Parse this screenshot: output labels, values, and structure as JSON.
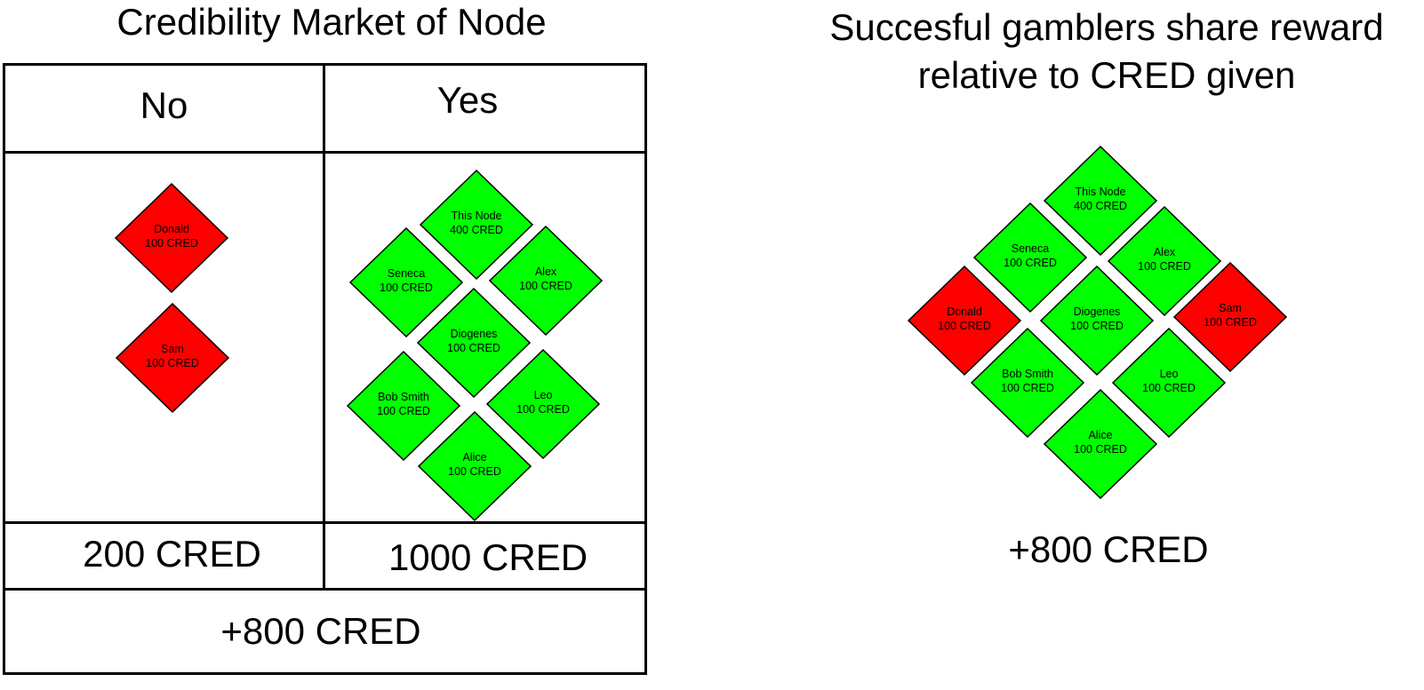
{
  "market": {
    "title": "Credibility Market of Node",
    "no_header": "No",
    "yes_header": "Yes",
    "no_total": "200 CRED",
    "yes_total": "1000 CRED",
    "net_total": "+800 CRED",
    "no_nodes": [
      {
        "name": "Donald",
        "cred": "100 CRED"
      },
      {
        "name": "Sam",
        "cred": "100 CRED"
      }
    ],
    "yes_nodes": [
      {
        "name": "This Node",
        "cred": "400 CRED"
      },
      {
        "name": "Seneca",
        "cred": "100 CRED"
      },
      {
        "name": "Alex",
        "cred": "100 CRED"
      },
      {
        "name": "Diogenes",
        "cred": "100 CRED"
      },
      {
        "name": "Bob Smith",
        "cred": "100 CRED"
      },
      {
        "name": "Leo",
        "cred": "100 CRED"
      },
      {
        "name": "Alice",
        "cred": "100 CRED"
      }
    ]
  },
  "reward": {
    "title_line1": "Succesful gamblers share reward",
    "title_line2": "relative to CRED given",
    "total": "+800 CRED",
    "nodes": [
      {
        "name": "This Node",
        "cred": "400 CRED",
        "status": "yes"
      },
      {
        "name": "Seneca",
        "cred": "100 CRED",
        "status": "yes"
      },
      {
        "name": "Alex",
        "cred": "100 CRED",
        "status": "yes"
      },
      {
        "name": "Donald",
        "cred": "100 CRED",
        "status": "no"
      },
      {
        "name": "Diogenes",
        "cred": "100 CRED",
        "status": "yes"
      },
      {
        "name": "Sam",
        "cred": "100 CRED",
        "status": "no"
      },
      {
        "name": "Bob Smith",
        "cred": "100 CRED",
        "status": "yes"
      },
      {
        "name": "Leo",
        "cred": "100 CRED",
        "status": "yes"
      },
      {
        "name": "Alice",
        "cred": "100 CRED",
        "status": "yes"
      }
    ]
  },
  "colors": {
    "yes_fill": "#00ff00",
    "no_fill": "#ff0000",
    "stroke": "#000000"
  }
}
